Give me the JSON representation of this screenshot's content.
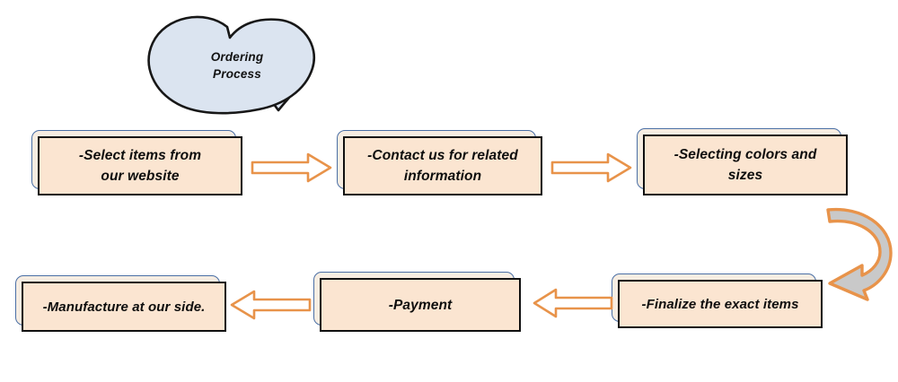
{
  "diagram": {
    "title_shape": {
      "icon": "double-heart-shape",
      "label": "Ordering\nProcess",
      "fill_color": "#dbe4f0",
      "stroke_color": "#1a1a1a"
    },
    "theme": {
      "box_fill": "#fbe5d1",
      "box_border": "#101010",
      "box_backing_border": "#4a6fa5",
      "arrow_color": "#e8934a",
      "curved_arrow_fill": "#c9c9c9",
      "text_color": "#0d0d0d"
    },
    "steps": [
      {
        "id": "step-1",
        "label": "-Select items from\nour website"
      },
      {
        "id": "step-2",
        "label": "-Contact us for related\ninformation"
      },
      {
        "id": "step-3",
        "label": "-Selecting colors and\nsizes"
      },
      {
        "id": "step-4",
        "label": "-Finalize the exact items"
      },
      {
        "id": "step-5",
        "label": "-Payment"
      },
      {
        "id": "step-6",
        "label": "-Manufacture at our side."
      }
    ],
    "connectors": [
      {
        "id": "connector-1-2",
        "direction": "right",
        "style": "outlined-block-arrow"
      },
      {
        "id": "connector-2-3",
        "direction": "right",
        "style": "outlined-block-arrow"
      },
      {
        "id": "connector-3-4",
        "direction": "curved-down-left",
        "style": "filled-curved-arrow"
      },
      {
        "id": "connector-4-5",
        "direction": "left",
        "style": "outlined-block-arrow"
      },
      {
        "id": "connector-5-6",
        "direction": "left",
        "style": "outlined-block-arrow"
      }
    ]
  }
}
